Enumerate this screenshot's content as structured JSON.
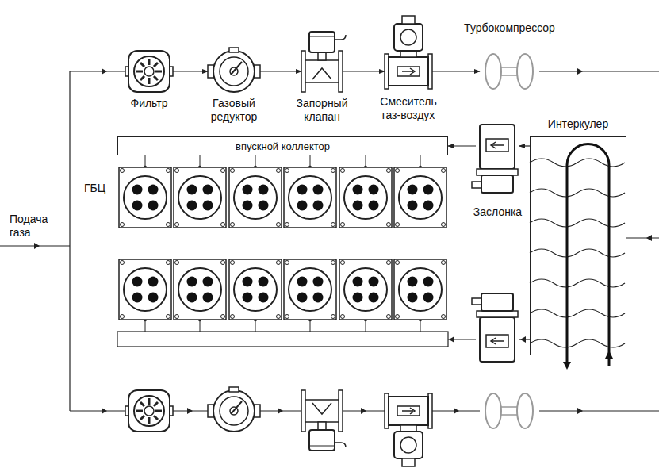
{
  "diagram": {
    "nodes": [
      {
        "text": [
          "Фильтр"
        ]
      },
      {
        "text": [
          "Газовый редуктор"
        ]
      },
      {
        "text": [
          "Запорный клапан"
        ]
      },
      {
        "text": [
          "Смеситель газ-воздух"
        ]
      },
      {
        "text": [
          "Турбокомпрессор"
        ]
      },
      {
        "text": [
          "впускной коллектор"
        ]
      },
      {
        "text": [
          "Интеркулер"
        ]
      },
      {
        "text": [
          "Заслонка"
        ]
      }
    ],
    "edges": [
      {
        "from": 0,
        "to": 1,
        "arrow": "to"
      },
      {
        "from": 1,
        "to": 2,
        "arrow": "to"
      },
      {
        "from": 2,
        "to": 3,
        "arrow": "to"
      },
      {
        "from": 3,
        "to": 4,
        "arrow": "to"
      },
      {
        "from": 6,
        "to": 7,
        "arrow": "to"
      },
      {
        "from": 7,
        "to": 5,
        "arrow": "to"
      }
    ],
    "labels": [
      "Подача газа",
      "ГБЦ"
    ]
  }
}
